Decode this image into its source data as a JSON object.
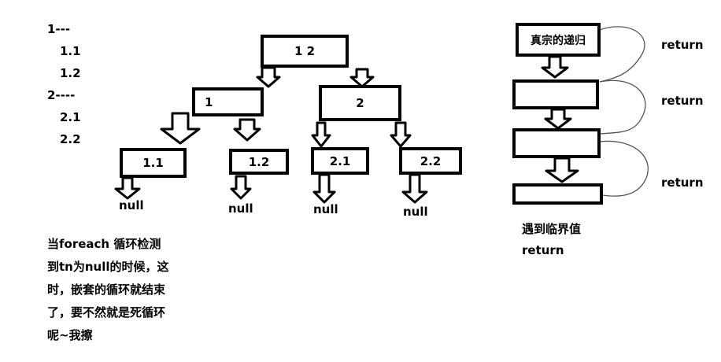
{
  "outline": [
    "1---",
    "1.1",
    "1.2",
    "2----",
    "2.1",
    "2.2"
  ],
  "tree": {
    "root": "1 2",
    "level1": [
      "1",
      "2"
    ],
    "level2": [
      "1.1",
      "1.2",
      "2.1",
      "2.2"
    ],
    "leaf": "null"
  },
  "note": {
    "lines": [
      "当foreach 循环检测",
      "到tn为null的时候，这",
      "时，嵌套的循环就结束",
      "了，要不然就是死循环",
      "呢~我擦"
    ]
  },
  "recursion": {
    "top_box": "真宗的递归",
    "return_label": "return",
    "critical_line1": "遇到临界值",
    "critical_line2": "return"
  }
}
